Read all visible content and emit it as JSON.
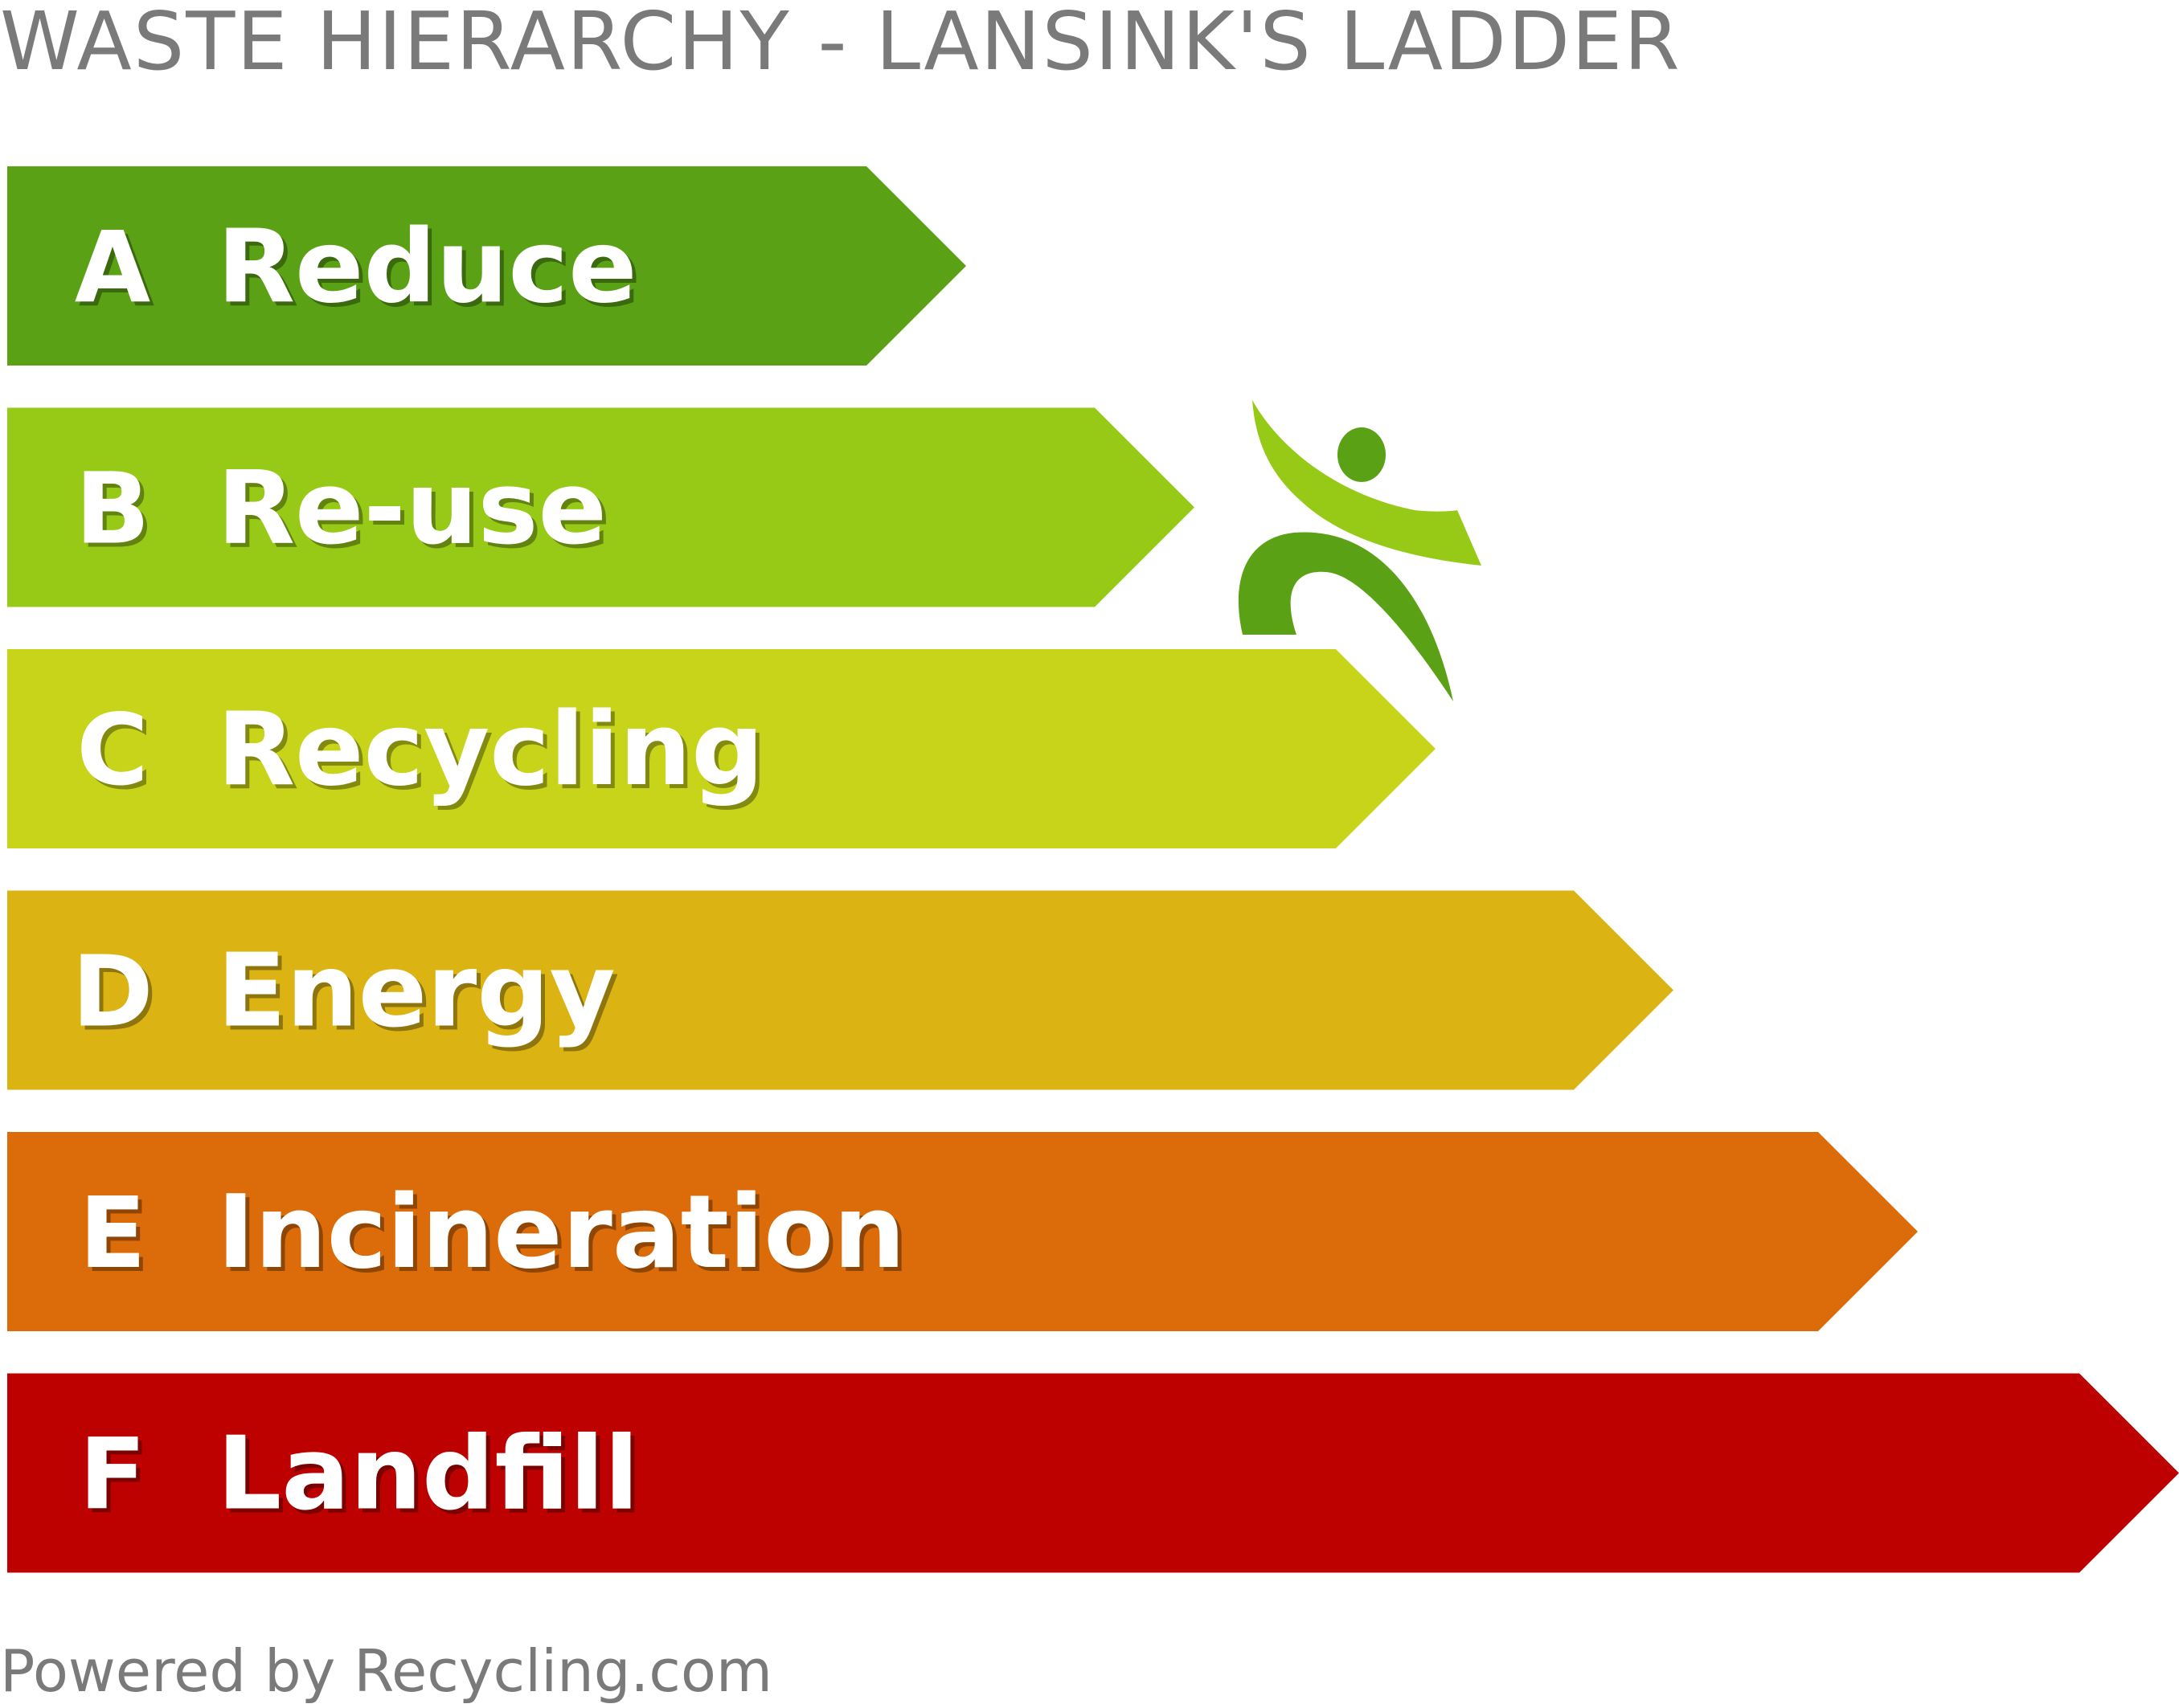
{
  "title": "WASTE HIERARCHY - LANSINK'S LADDER",
  "footer": "Powered by Recycling.com",
  "steps": [
    {
      "letter": "A",
      "label": "Reduce",
      "color": "#5aa116"
    },
    {
      "letter": "B",
      "label": "Re-use",
      "color": "#97c917"
    },
    {
      "letter": "C",
      "label": "Recycling",
      "color": "#c8d419"
    },
    {
      "letter": "D",
      "label": "Energy",
      "color": "#dbb414"
    },
    {
      "letter": "E",
      "label": "Incineration",
      "color": "#dc6c09"
    },
    {
      "letter": "F",
      "label": "Landfill",
      "color": "#bd0000"
    }
  ],
  "mascot": {
    "icon": "recycling-person-icon",
    "dark_color": "#5aa116",
    "light_color": "#97c917"
  }
}
